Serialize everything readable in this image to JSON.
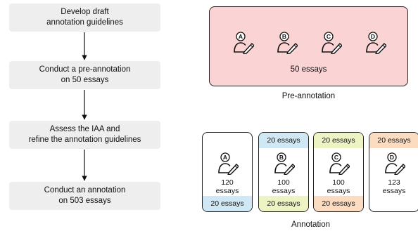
{
  "flow": {
    "steps": [
      "Develop draft\nannotation guidelines",
      "Conduct a pre-annotation\non 50 essays",
      "Assess the IAA and\nrefine the annotation guidelines",
      "Conduct an annotation\non 503 essays"
    ]
  },
  "colors": {
    "step_bg": "#eeeeee",
    "pre_bg": "#fad4d4",
    "blue": "#cfe8f3",
    "yellow": "#eef3c4",
    "orange": "#fbdcc0"
  },
  "pre_annotation": {
    "annotators": [
      "A",
      "B",
      "C",
      "D"
    ],
    "essays": "50 essays",
    "caption": "Pre-annotation"
  },
  "annotation": {
    "caption": "Annotation",
    "cards": [
      {
        "annotator": "A",
        "top_strip": "",
        "essays": "120\nessays",
        "bottom_strip": "20 essays",
        "bottom_color": "#cfe8f3"
      },
      {
        "annotator": "B",
        "top_strip": "20 essays",
        "top_color": "#cfe8f3",
        "essays": "100\nessays",
        "bottom_strip": "20 essays",
        "bottom_color": "#eef3c4"
      },
      {
        "annotator": "C",
        "top_strip": "20 essays",
        "top_color": "#eef3c4",
        "essays": "100\nessays",
        "bottom_strip": "20 essays",
        "bottom_color": "#fbdcc0"
      },
      {
        "annotator": "D",
        "top_strip": "20 essays",
        "top_color": "#fbdcc0",
        "essays": "123\nessays",
        "bottom_strip": ""
      }
    ]
  },
  "icons": {
    "annotator": "person-with-pencil-icon"
  }
}
